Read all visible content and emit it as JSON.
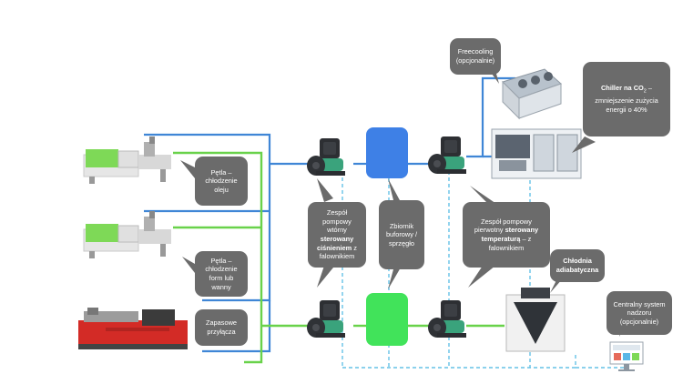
{
  "colors": {
    "supply_pipe": "#3f86d6",
    "return_pipe": "#69d24a",
    "control_line": "#65c2e6",
    "callout_bg": "#6b6b6b",
    "tank_blue": "#3e80e6",
    "tank_green": "#41e35a"
  },
  "labels": {
    "oil_loop": [
      "Pętla –",
      "chłodzenie",
      "oleju"
    ],
    "mold_loop": [
      "Pętla –",
      "chłodzenie",
      "form lub",
      "wanny"
    ],
    "spare_connections": [
      "Zapasowe",
      "przyłącza"
    ],
    "secondary_pump": {
      "l1": "Zespół",
      "l2": "pompowy",
      "l3": "wtórny",
      "l4_bold": "sterowany",
      "l5_bold": "ciśnieniem",
      "l5_rest": " z",
      "l6": "falownikiem"
    },
    "buffer_tank": [
      "Zbiornik",
      "buforowy /",
      "sprzęgło"
    ],
    "primary_pump": {
      "l1": "Zespół pompowy",
      "l2_pre": "pierwotny ",
      "l2_bold": "sterowany",
      "l3_bold": "temperaturą",
      "l3_rest": " – z",
      "l4": "falownikiem"
    },
    "freecooling": [
      "Freecooling",
      "(opcjonalnie)"
    ],
    "chiller": {
      "l1_bold": "Chiller na CO",
      "l1_sub": "2",
      "l1_rest": " –",
      "l2": "zmniejszenie zużycia",
      "l3": "energii o 40%"
    },
    "adiabatic": [
      "Chłodnia",
      "adiabatyczna"
    ],
    "supervision": [
      "Centralny system",
      "nadzoru",
      "(opcjonalnie)"
    ]
  },
  "icons": {
    "machine_1": "injection-molding-machine-icon",
    "machine_2": "injection-molding-machine-icon",
    "extruder": "extruder-icon",
    "pump": "pump-icon",
    "freecooler": "freecooler-icon",
    "chiller": "chiller-unit-icon",
    "adiabatic_cooler": "adiabatic-cooler-icon",
    "monitor": "monitor-icon"
  }
}
